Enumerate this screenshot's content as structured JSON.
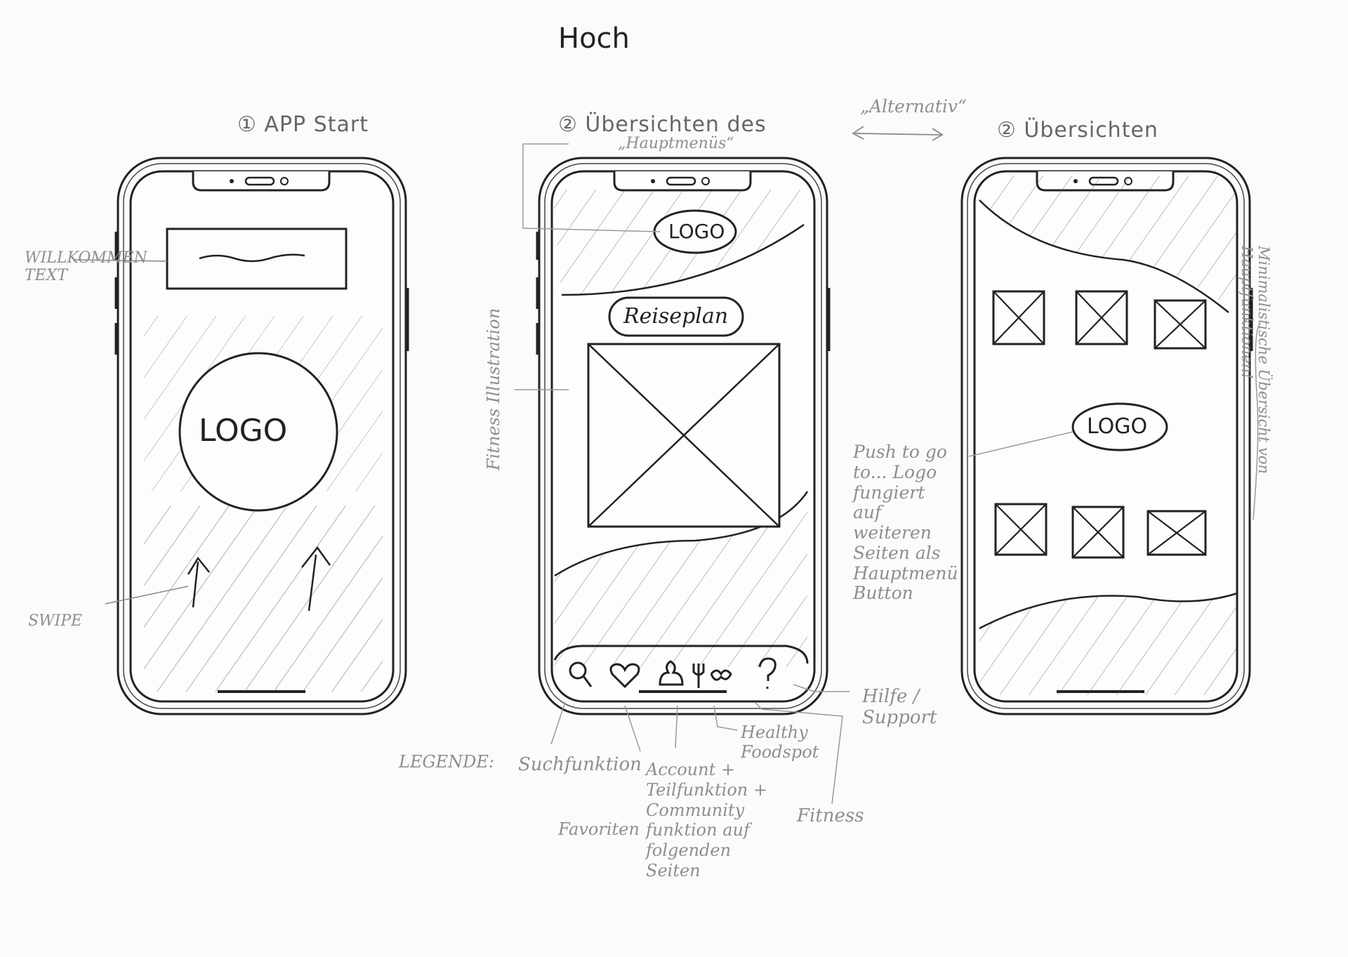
{
  "page_title": "Hoch",
  "screens": [
    {
      "heading": "① APP Start",
      "logo": "LOGO",
      "notes": {
        "welcome": "WILLKOMMEN TEXT",
        "swipe": "SWIPE"
      }
    },
    {
      "heading": "② Übersichten des",
      "heading_sub": "„Hauptmenüs“",
      "logo": "LOGO",
      "button": "Reiseplan",
      "notes": {
        "illustration": "Fitness Illustration"
      },
      "nav_icons": [
        "search-icon",
        "heart-icon",
        "account-icon",
        "food-icon",
        "fitness-icon",
        "help-icon"
      ]
    },
    {
      "heading": "② Übersichten",
      "logo": "LOGO",
      "notes": {
        "minimal": "Minimalistische Übersicht von Hauptfunktionen!"
      }
    }
  ],
  "alternativ": "„Alternativ“",
  "push_note": "Push to go to... Logo fungiert auf weiteren Seiten als Hauptmenü Button",
  "legend": {
    "label": "LEGENDE:",
    "search": "Suchfunktion",
    "favorites": "Favoriten",
    "account": "Account + Teilfunktion + Community funktion auf folgenden Seiten",
    "healthy": "Healthy Foodspot",
    "fitness": "Fitness",
    "help": "Hilfe / Support"
  }
}
